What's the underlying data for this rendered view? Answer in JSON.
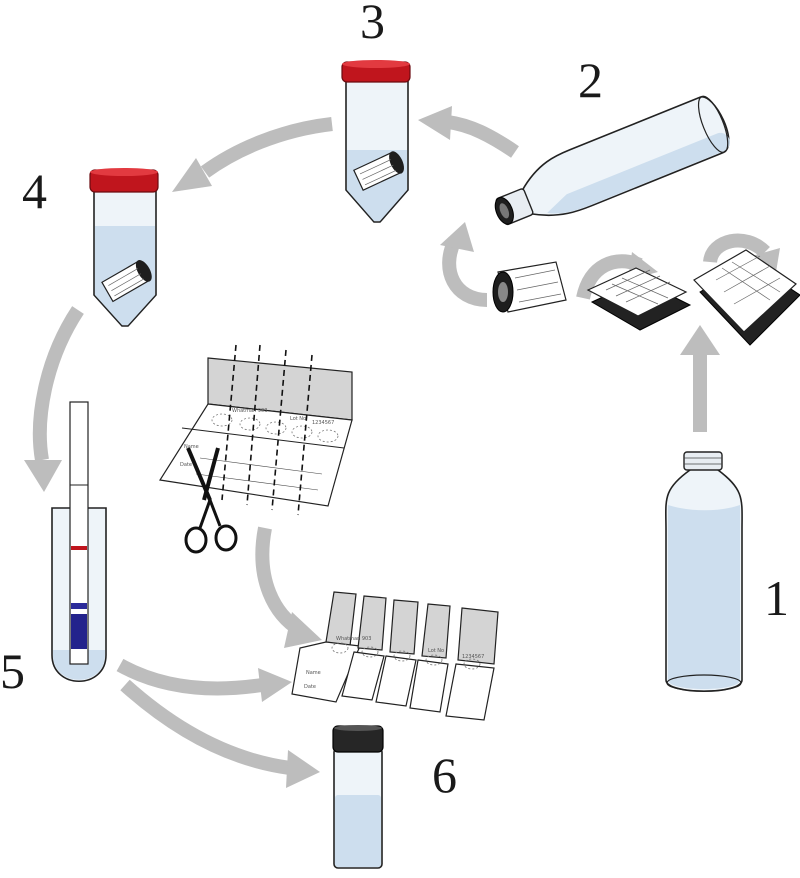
{
  "steps": [
    {
      "number": "1",
      "label": "bottle"
    },
    {
      "number": "2",
      "label": "bottle-with-rolled-filter"
    },
    {
      "number": "3",
      "label": "tube-with-filter"
    },
    {
      "number": "4",
      "label": "tube-with-liquid"
    },
    {
      "number": "5",
      "label": "dipstick-in-tube"
    },
    {
      "number": "6",
      "label": "small-vial"
    }
  ],
  "card": {
    "brand": "Whatman 903",
    "lot_label": "Lot No",
    "lot_value": "1234567",
    "name_label": "Name",
    "date_label": "Date"
  },
  "colors": {
    "arrow": "#bdbdbd",
    "cap_red": "#c0151d",
    "cap_black": "#262626",
    "liquid": "#c9dcec",
    "dipstick_band_red": "#c0151d",
    "dipstick_band_blue": "#23238c"
  }
}
